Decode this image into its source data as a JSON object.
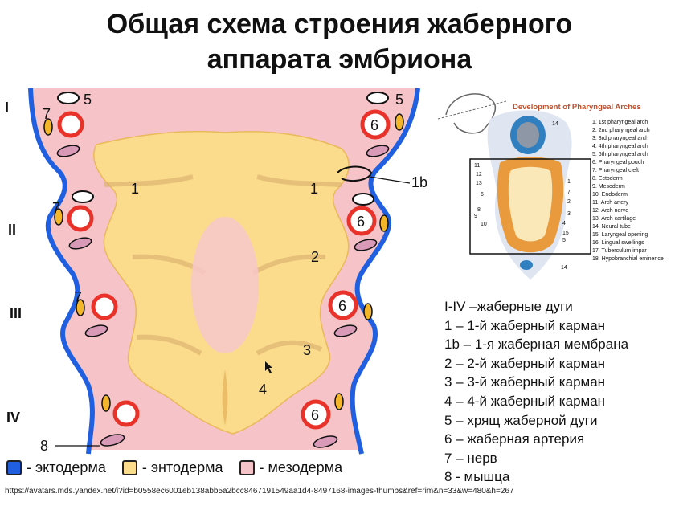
{
  "title": {
    "line1": "Общая схема строения жаберного",
    "line2": "аппарата эмбриона"
  },
  "arches": [
    "I",
    "II",
    "III",
    "IV"
  ],
  "diagram_labels": {
    "pouch1_left": "1",
    "pouch1_right": "1",
    "membrane": "1b",
    "pouch2": "2",
    "pouch3": "3",
    "pouch4": "4",
    "cartilage": "5",
    "artery": "6",
    "nerve": "7",
    "muscle": "8"
  },
  "legend": [
    "I-IV –жаберные дуги",
    "1 – 1-й жаберный карман",
    "1b – 1-я жаберная мембрана",
    "2 – 2-й жаберный карман",
    "3 – 3-й жаберный карман",
    "4 – 4-й жаберный карман",
    "5 – хрящ жаберной дуги",
    "6 – жаберная артерия",
    "7 – нерв",
    "8 - мышца"
  ],
  "tissue_legend": {
    "ectoderm": "- эктодерма",
    "endoderm": "- энтодерма",
    "mesoderm": "- мезодерма"
  },
  "colors": {
    "ectoderm": "#1f5fe0",
    "endoderm": "#fbdb8c",
    "mesoderm": "#f6c3c8",
    "artery": "#e8322a",
    "nerve": "#f3b52a",
    "muscle": "#d99ab8"
  },
  "inset": {
    "title": "Development of Pharyngeal Arches",
    "items": [
      "1. 1st pharyngeal arch",
      "2. 2nd pharyngeal arch",
      "3. 3rd pharyngeal arch",
      "4. 4th pharyngeal arch",
      "5. 6th pharyngeal arch",
      "6. Pharyngeal pouch",
      "7. Pharyngeal cleft",
      "8. Ectoderm",
      "9. Mesoderm",
      "10. Endoderm",
      "11. Arch artery",
      "12. Arch nerve",
      "13. Arch cartilage",
      "14. Neural tube",
      "15. Laryngeal opening",
      "16. Lingual swellings",
      "17. Tuberculum impar",
      "18. Hypobranchial eminence"
    ],
    "callouts": [
      "14",
      "11",
      "12",
      "13",
      "6",
      "8",
      "9",
      "10",
      "1",
      "7",
      "2",
      "3",
      "4",
      "15",
      "5",
      "14"
    ]
  },
  "source": "https://avatars.mds.yandex.net/i?id=b0558ec6001eb138abb5a2bcc8467191549aa1d4-8497168-images-thumbs&ref=rim&n=33&w=480&h=267"
}
